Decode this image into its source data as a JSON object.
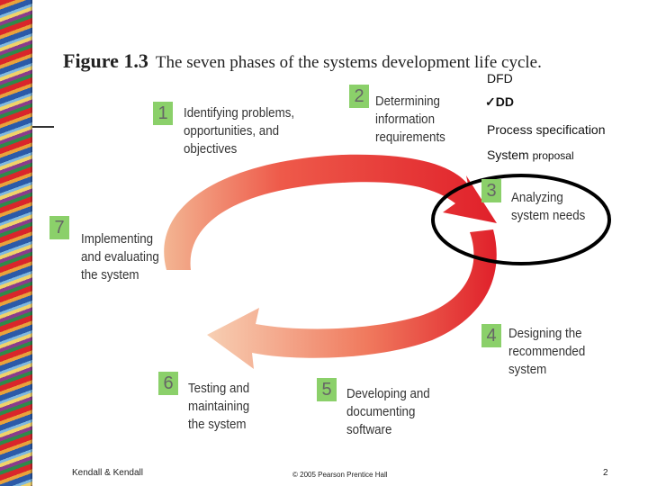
{
  "figure": {
    "number": "Figure 1.3",
    "caption": "The seven phases of the systems development life cycle."
  },
  "phases": [
    {
      "number": "1",
      "text": "Identifying problems,\nopportunities, and\nobjectives"
    },
    {
      "number": "2",
      "text": "Determining\ninformation\nrequirements"
    },
    {
      "number": "3",
      "text": "Analyzing\nsystem needs"
    },
    {
      "number": "4",
      "text": "Designing the\nrecommended\nsystem"
    },
    {
      "number": "5",
      "text": "Developing and\ndocumenting\nsoftware"
    },
    {
      "number": "6",
      "text": "Testing and\nmaintaining\nthe system"
    },
    {
      "number": "7",
      "text": "Implementing\nand evaluating\nthe system"
    }
  ],
  "notes": {
    "dfd": "DFD",
    "dd": "✓DD",
    "process_spec": "Process specification",
    "system": "System",
    "proposal": "proposal"
  },
  "footer": {
    "left": "Kendall & Kendall",
    "center": "© 2005 Pearson Prentice Hall",
    "page": "2"
  },
  "colors": {
    "arrow_dark": "#e0202a",
    "arrow_light": "#f6c9a8",
    "badge": "#8bd06a",
    "highlight_ring": "#000000"
  }
}
